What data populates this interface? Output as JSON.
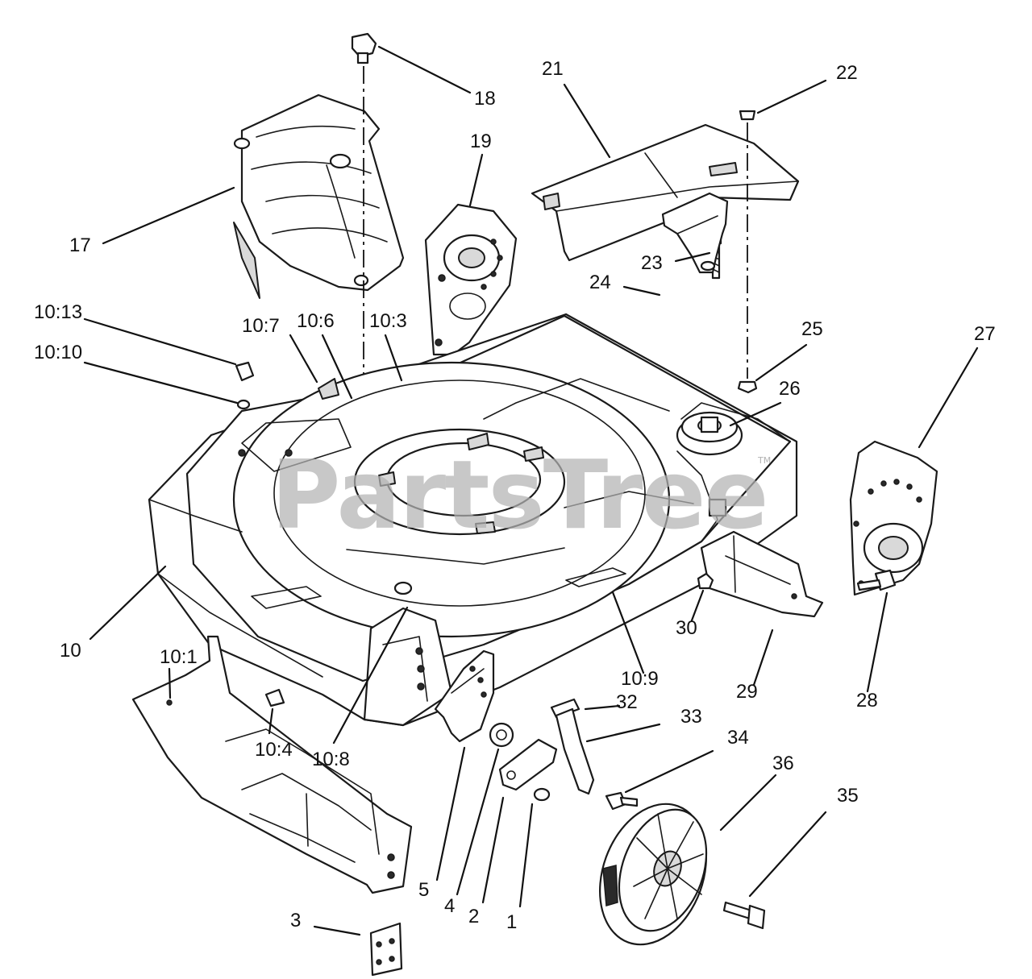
{
  "watermark": {
    "text": "PartsTree",
    "trademark": "TM"
  },
  "callouts": [
    {
      "id": "18",
      "label": "18"
    },
    {
      "id": "21",
      "label": "21"
    },
    {
      "id": "22",
      "label": "22"
    },
    {
      "id": "19",
      "label": "19"
    },
    {
      "id": "17",
      "label": "17"
    },
    {
      "id": "23",
      "label": "23"
    },
    {
      "id": "24",
      "label": "24"
    },
    {
      "id": "10_13",
      "label": "10:13"
    },
    {
      "id": "10_7",
      "label": "10:7"
    },
    {
      "id": "10_6",
      "label": "10:6"
    },
    {
      "id": "10_3",
      "label": "10:3"
    },
    {
      "id": "25",
      "label": "25"
    },
    {
      "id": "27",
      "label": "27"
    },
    {
      "id": "10_10",
      "label": "10:10"
    },
    {
      "id": "26",
      "label": "26"
    },
    {
      "id": "10",
      "label": "10"
    },
    {
      "id": "30",
      "label": "30"
    },
    {
      "id": "10_1",
      "label": "10:1"
    },
    {
      "id": "10_9",
      "label": "10:9"
    },
    {
      "id": "29",
      "label": "29"
    },
    {
      "id": "28",
      "label": "28"
    },
    {
      "id": "32",
      "label": "32"
    },
    {
      "id": "33",
      "label": "33"
    },
    {
      "id": "34",
      "label": "34"
    },
    {
      "id": "10_4",
      "label": "10:4"
    },
    {
      "id": "10_8",
      "label": "10:8"
    },
    {
      "id": "36",
      "label": "36"
    },
    {
      "id": "35",
      "label": "35"
    },
    {
      "id": "5",
      "label": "5"
    },
    {
      "id": "4",
      "label": "4"
    },
    {
      "id": "2",
      "label": "2"
    },
    {
      "id": "1",
      "label": "1"
    },
    {
      "id": "3",
      "label": "3"
    }
  ]
}
